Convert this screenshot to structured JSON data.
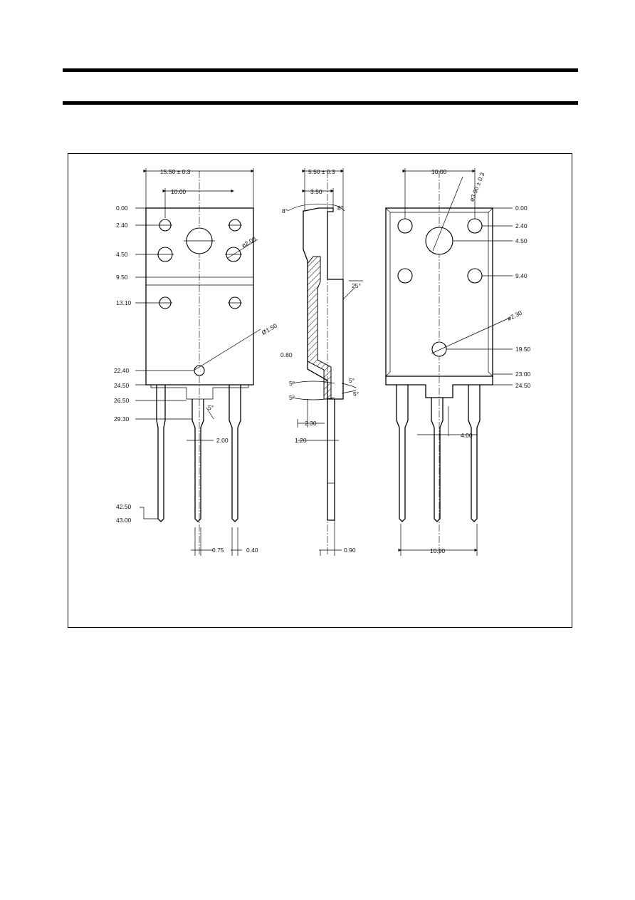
{
  "front_view": {
    "top_width": "15.50 ± 0.3",
    "hole_spacing": "10.00",
    "rows": [
      "0.00",
      "2.40",
      "4.50",
      "9.50",
      "13.10",
      "22.40",
      "24.50",
      "26.50",
      "29.30"
    ],
    "lead_end_top": "42.50",
    "lead_end": "43.00",
    "hole_dia_large": "ø2.00",
    "hole_dia_small": "Ø1.50",
    "lead_angle": "5°",
    "lead_pitch_note": "2.00",
    "lead_width": "0.75",
    "lead_thickness": "0.40"
  },
  "side_view": {
    "top_width": "5.50 ± 0.3",
    "tab_width": "3.50",
    "angle_top_left": "8°",
    "angle_top_right": "8°",
    "bend_angle": "25°",
    "height_note": "0.80",
    "angle_a": "5°",
    "angle_b": "5°",
    "angle_c": "5°",
    "angle_d": "5°",
    "offset": "2.30",
    "lead_offset": "1.20",
    "lead_thickness": "0.90"
  },
  "back_view": {
    "hole_spacing": "10.00",
    "mount_hole_dia": "ø3.50 ± 0.3",
    "rows": [
      "0.00",
      "2.40",
      "4.50",
      "9.40",
      "19.50",
      "23.00",
      "24.50"
    ],
    "small_hole_dia": "ø2.30",
    "lead_spacing": "4.00",
    "outer_leads": "10.90"
  }
}
